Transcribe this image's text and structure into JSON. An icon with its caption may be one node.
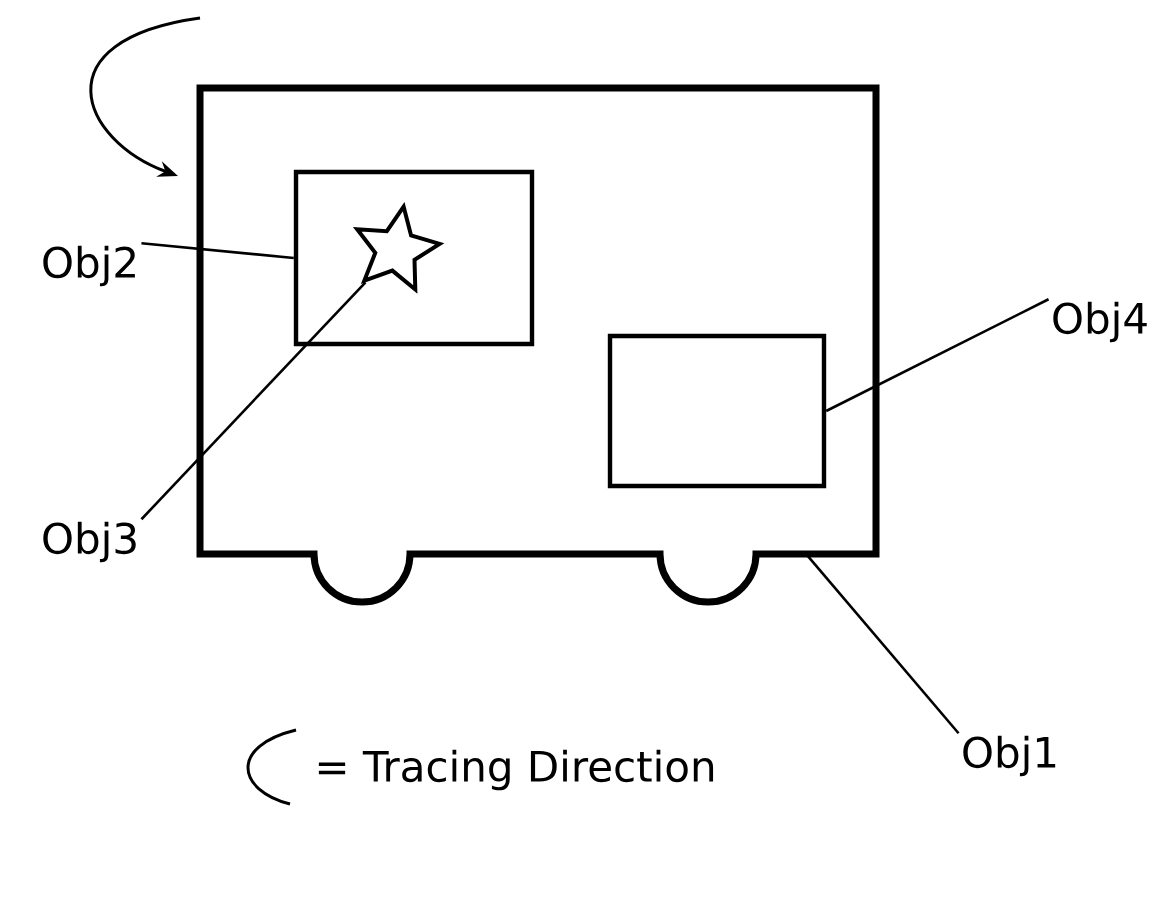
{
  "diagram": {
    "nodes": [
      {
        "text": [],
        "shape": "box"
      },
      {
        "text": [],
        "shape": "box",
        "in": 0
      },
      {
        "text": [],
        "shape": "star",
        "in": 1
      },
      {
        "text": [],
        "shape": "box",
        "in": 0
      },
      {
        "text": [
          "Obj2"
        ]
      },
      {
        "text": [
          "Obj3"
        ]
      },
      {
        "text": [
          "Obj4"
        ]
      },
      {
        "text": [
          "Obj1"
        ]
      }
    ],
    "edges": [
      {
        "from": 4,
        "to": 1,
        "arrow": "none"
      },
      {
        "from": 5,
        "to": 2,
        "arrow": "none"
      },
      {
        "from": 6,
        "to": 3,
        "arrow": "none"
      },
      {
        "from": 7,
        "to": 0,
        "arrow": "none"
      }
    ],
    "legend": [
      {
        "text": "= Tracing Direction"
      }
    ]
  }
}
